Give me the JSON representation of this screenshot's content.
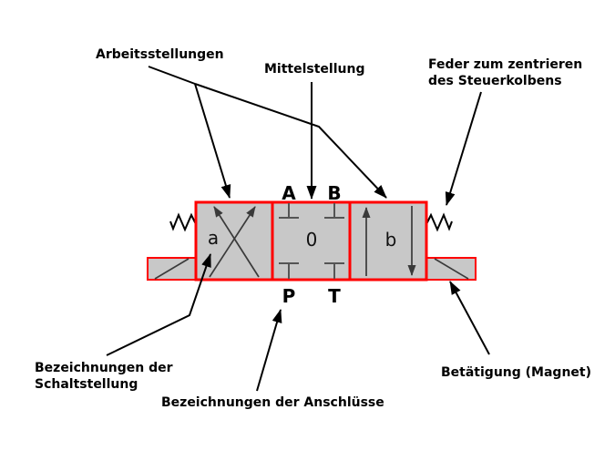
{
  "labels": {
    "arbeitsstellungen": "Arbeitsstellungen",
    "mittelstellung": "Mittelstellung",
    "feder": {
      "line1": "Feder zum zentrieren",
      "line2": "des Steuerkolbens"
    },
    "schaltstellung": {
      "line1": "Bezeichnungen der",
      "line2": "Schaltstellung"
    },
    "anschluesse": "Bezeichnungen der Anschlüsse",
    "betaetigung": "Betätigung (Magnet)"
  },
  "valve": {
    "ports": {
      "a": "A",
      "b": "B",
      "p": "P",
      "t": "T"
    },
    "positions": {
      "left": "a",
      "middle": "0",
      "right": "b"
    }
  },
  "colors": {
    "outline": "#ff0000",
    "fill": "#c8c8c8",
    "line": "#000000",
    "symbol": "#3a3a3a",
    "port_symbol": "#555555",
    "background": "#ffffff",
    "text": "#000000"
  }
}
